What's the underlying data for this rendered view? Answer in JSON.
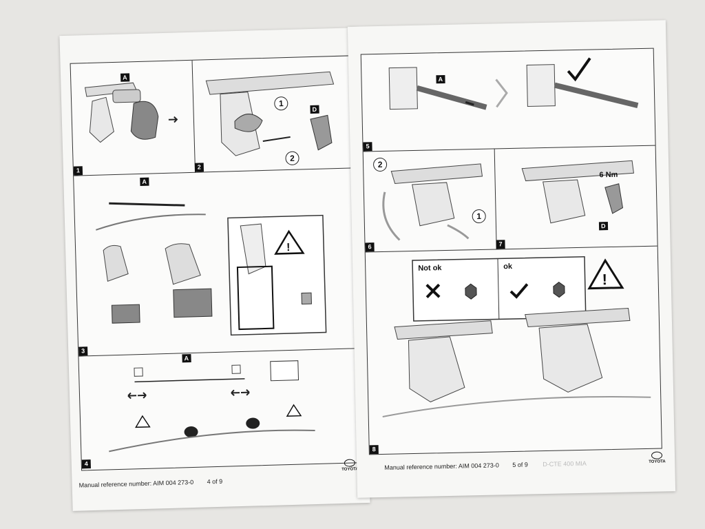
{
  "left_page": {
    "panels": [
      {
        "number": "1",
        "labels": [
          "A"
        ]
      },
      {
        "number": "2",
        "labels": [
          "D"
        ],
        "circled": [
          "1",
          "2"
        ]
      },
      {
        "number": "3",
        "labels": [
          "A"
        ]
      },
      {
        "number": "4",
        "labels": [
          "A"
        ]
      }
    ],
    "footer_reference": "Manual reference number: AIM 004 273-0",
    "page_number": "4 of 9",
    "brand": "TOYOTA"
  },
  "right_page": {
    "panels": [
      {
        "number": "5",
        "labels": [
          "A"
        ]
      },
      {
        "number": "6",
        "circled": [
          "2",
          "1"
        ]
      },
      {
        "number": "7",
        "labels": [
          "D"
        ],
        "torque": "6 Nm"
      },
      {
        "number": "8",
        "not_ok": "Not ok",
        "ok": "ok"
      }
    ],
    "footer_reference": "Manual reference number: AIM 004 273-0",
    "page_number": "5 of 9",
    "brand": "TOYOTA",
    "bleed_text": "D-CTE 400 MIA"
  },
  "icons": [
    "warning-icon",
    "cross-icon",
    "checkmark-icon",
    "arrow-icon"
  ]
}
